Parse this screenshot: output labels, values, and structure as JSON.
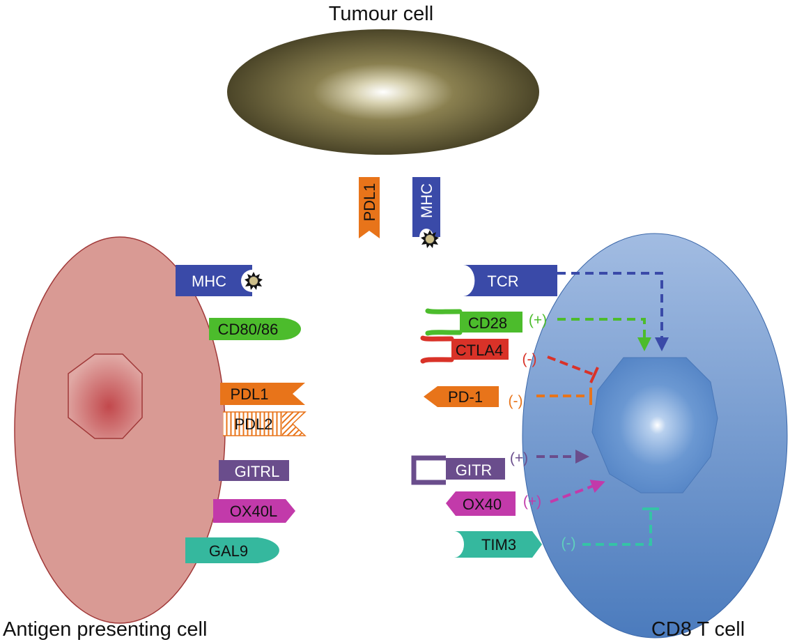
{
  "titles": {
    "tumour": "Tumour cell",
    "apc": "Antigen presenting cell",
    "tcell": "CD8 T cell"
  },
  "tumour_receptors": {
    "pdl1": "PDL1",
    "mhc": "MHC"
  },
  "apc_receptors": {
    "mhc": "MHC",
    "cd80_86": "CD80/86",
    "pdl1": "PDL1",
    "pdl2": "PDL2",
    "gitrl": "GITRL",
    "ox40l": "OX40L",
    "gal9": "GAL9"
  },
  "tcell_receptors": {
    "tcr": "TCR",
    "cd28": "CD28",
    "ctla4": "CTLA4",
    "pd1": "PD-1",
    "gitr": "GITR",
    "ox40": "OX40",
    "tim3": "TIM3"
  },
  "signals": {
    "cd28": "(+)",
    "ctla4": "(-)",
    "pd1": "(-)",
    "gitr": "(+)",
    "ox40": "(+)",
    "tim3": "(-)"
  },
  "colors": {
    "mhc": "#3a4aa8",
    "cd80_86": "#4cbc2c",
    "pdl1": "#e8741a",
    "gitrl": "#6a4d8c",
    "ox40l": "#c23aaa",
    "gal9": "#35b89e",
    "ctla4": "#d93228",
    "tumour": "#4b4528",
    "apc": "#d99a94",
    "tcell": "#6d93cc"
  }
}
